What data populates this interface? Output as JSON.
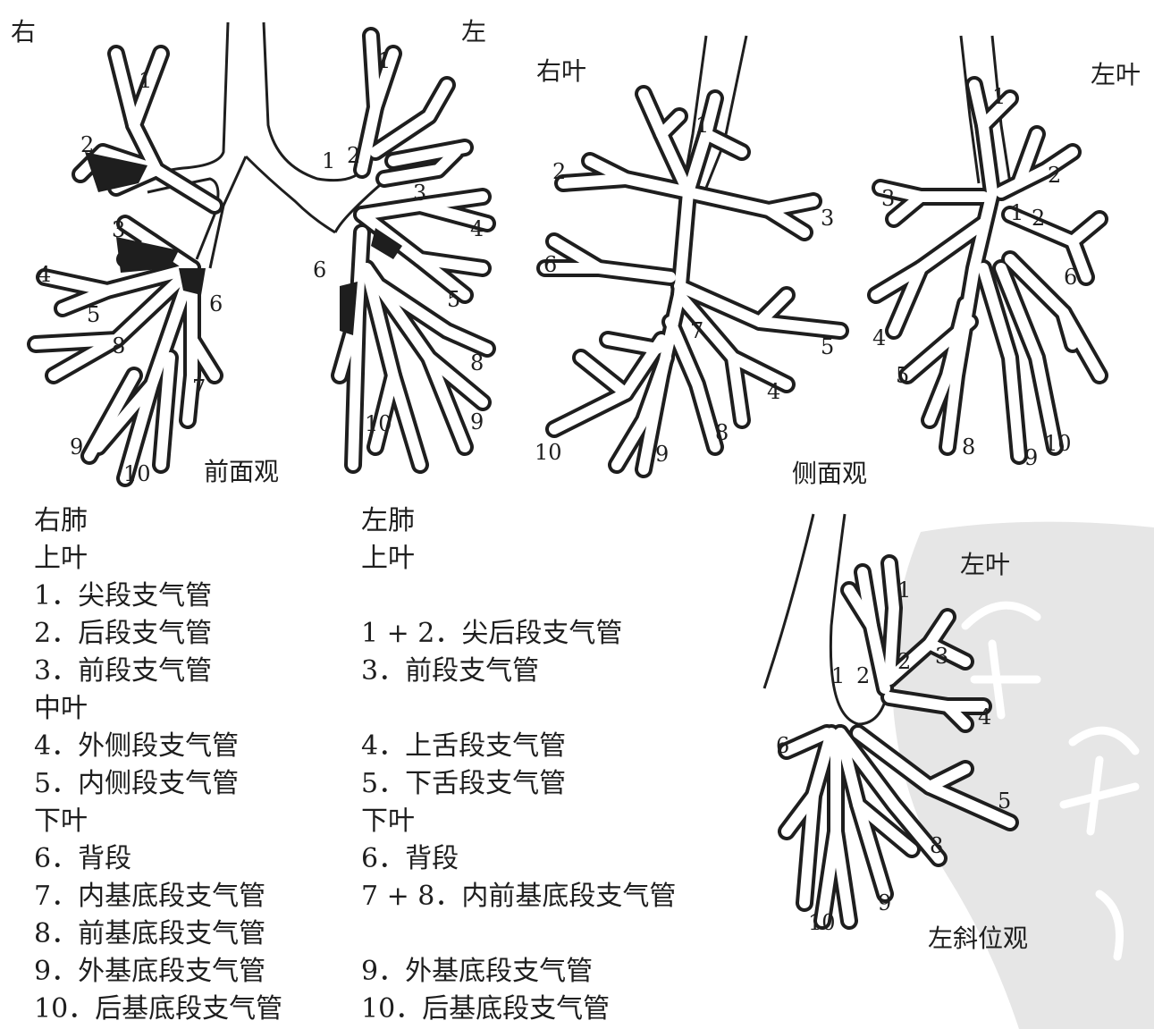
{
  "diagram": {
    "anterior_view": {
      "side_right": "右",
      "side_left": "左",
      "caption": "前面观",
      "right_numbers": [
        "1",
        "2",
        "3",
        "4",
        "5",
        "6",
        "8",
        "7",
        "9",
        "10"
      ],
      "left_numbers": [
        "1",
        "1",
        "2",
        "3",
        "4",
        "6",
        "5",
        "8",
        "10",
        "9"
      ]
    },
    "lateral_view": {
      "right_lobe_label": "右叶",
      "left_lobe_label": "左叶",
      "caption": "侧面观",
      "right_numbers": [
        "1",
        "2",
        "3",
        "6",
        "7",
        "5",
        "4",
        "8",
        "9",
        "10"
      ],
      "left_numbers": [
        "1",
        "2",
        "3",
        "1",
        "2",
        "6",
        "4",
        "5",
        "8",
        "9",
        "10"
      ]
    },
    "oblique_view": {
      "lobe_label": "左叶",
      "caption": "左斜位观",
      "numbers": [
        "1",
        "1",
        "2",
        "2",
        "3",
        "4",
        "6",
        "5",
        "8",
        "9",
        "10"
      ]
    }
  },
  "legend": {
    "right": {
      "title": "右肺",
      "upper": "上叶",
      "i1": "1．尖段支气管",
      "i2": "2．后段支气管",
      "i3": "3．前段支气管",
      "middle": "中叶",
      "i4": "4．外侧段支气管",
      "i5": "5．内侧段支气管",
      "lower": "下叶",
      "i6": "6．背段",
      "i7": "7．内基底段支气管",
      "i8": "8．前基底段支气管",
      "i9": "9．外基底段支气管",
      "i10": "10．后基底段支气管"
    },
    "left": {
      "title": "左肺",
      "upper": "上叶",
      "i12": "1 + 2．尖后段支气管",
      "i3": "3．前段支气管",
      "i4": "4．上舌段支气管",
      "i5": "5．下舌段支气管",
      "lower": "下叶",
      "i6": "6．背段",
      "i78": "7 + 8．内前基底段支气管",
      "i9": "9．外基底段支气管",
      "i10": "10．后基底段支气管"
    }
  },
  "colors": {
    "ink": "#1e1e1e",
    "paper": "#ffffff",
    "watermark": "#e6e6e6"
  }
}
